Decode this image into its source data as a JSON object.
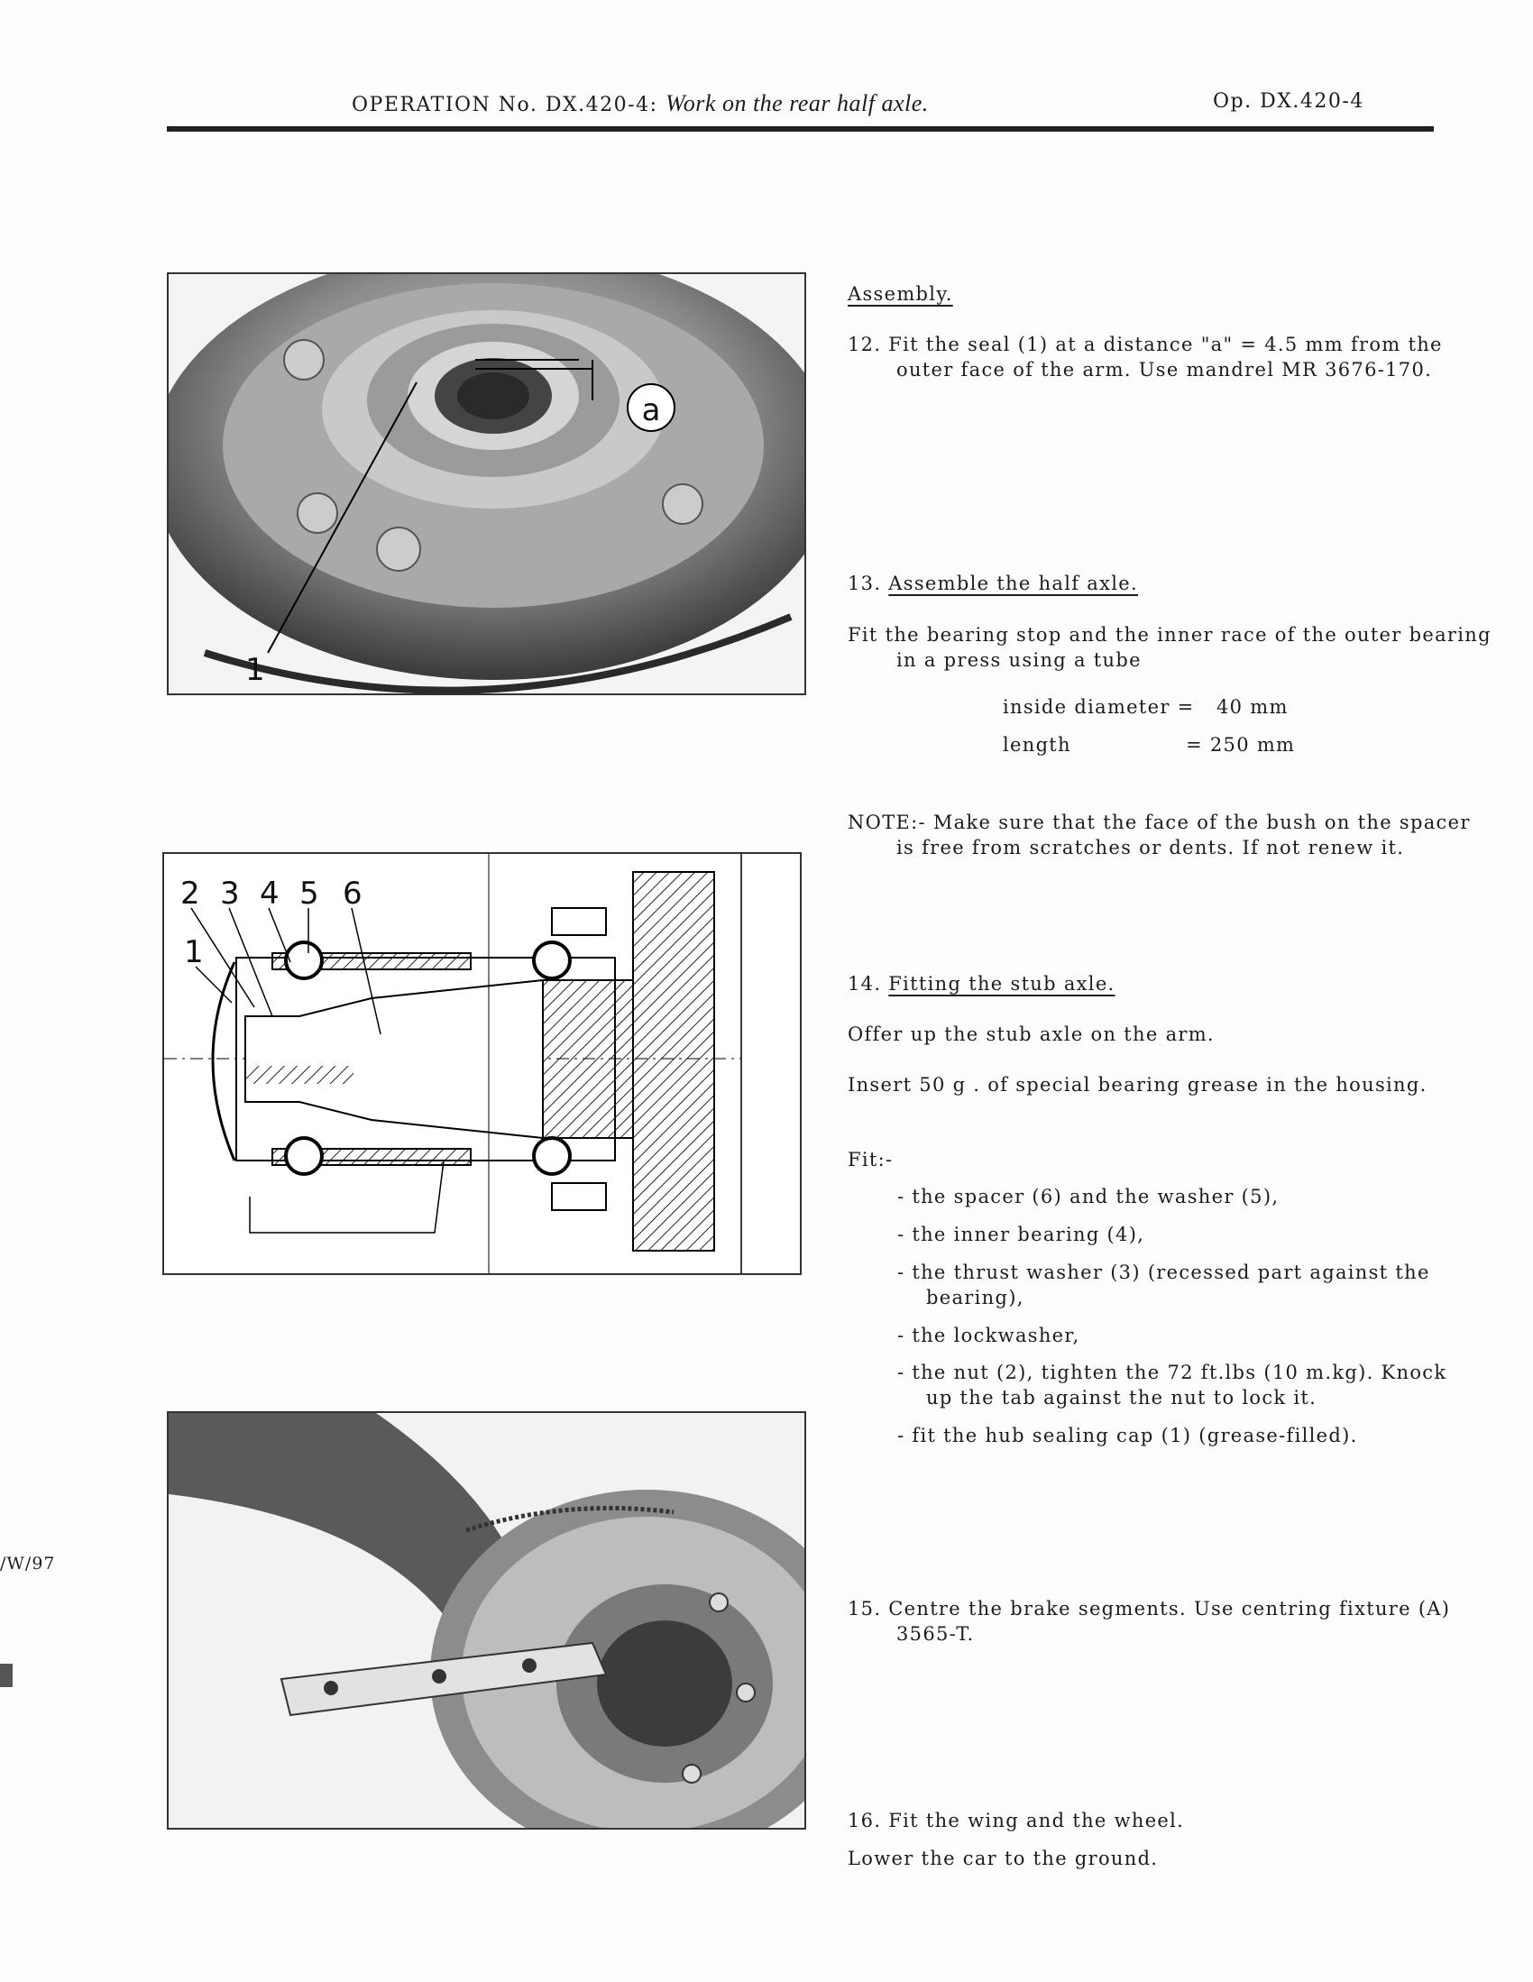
{
  "header": {
    "left_prefix": "OPERATION No. DX.420-4:",
    "left_italic": "Work on the rear half axle.",
    "right": "Op. DX.420-4"
  },
  "margin_note": "/W/97",
  "figures": {
    "fig1": {
      "label_1": "1",
      "label_a": "a"
    },
    "fig2": {
      "labels": [
        "2",
        "3",
        "4",
        "5",
        "6",
        "1"
      ]
    }
  },
  "content": {
    "assembly_heading": "Assembly.",
    "s12": "12. Fit the seal (1) at a distance \"a\" = 4.5 mm from the outer face of the arm. Use mandrel MR 3676-170.",
    "s13_num": "13.",
    "s13_title": "Assemble the half axle.",
    "s13_text": "Fit the bearing stop and the inner race of the outer bearing in a press using a tube",
    "dim_inside_label": "inside diameter =",
    "dim_inside_value": "40 mm",
    "dim_length_label": "length",
    "dim_length_value": "= 250 mm",
    "note": "NOTE:- Make sure that the face of the bush on the spacer is free from scratches or dents. If not renew it.",
    "s14_num": "14.",
    "s14_title": "Fitting the stub axle.",
    "s14_p1": "Offer up the stub axle on the arm.",
    "s14_p2": "Insert 50 g . of special bearing grease in the housing.",
    "fit": "Fit:-",
    "bullets": [
      "-  the spacer (6) and the washer (5),",
      "-  the inner bearing (4),",
      "-  the thrust washer (3) (recessed part against the bearing),",
      "-  the lockwasher,",
      "-  the nut (2), tighten the 72 ft.lbs (10 m.kg). Knock up the tab against the nut to lock it.",
      "-  fit the hub sealing cap (1) (grease-filled)."
    ],
    "s15": "15. Centre the brake segments. Use centring fixture (A) 3565-T.",
    "s16": "16. Fit the wing and the wheel.",
    "s16_p": "Lower the car to the ground."
  }
}
